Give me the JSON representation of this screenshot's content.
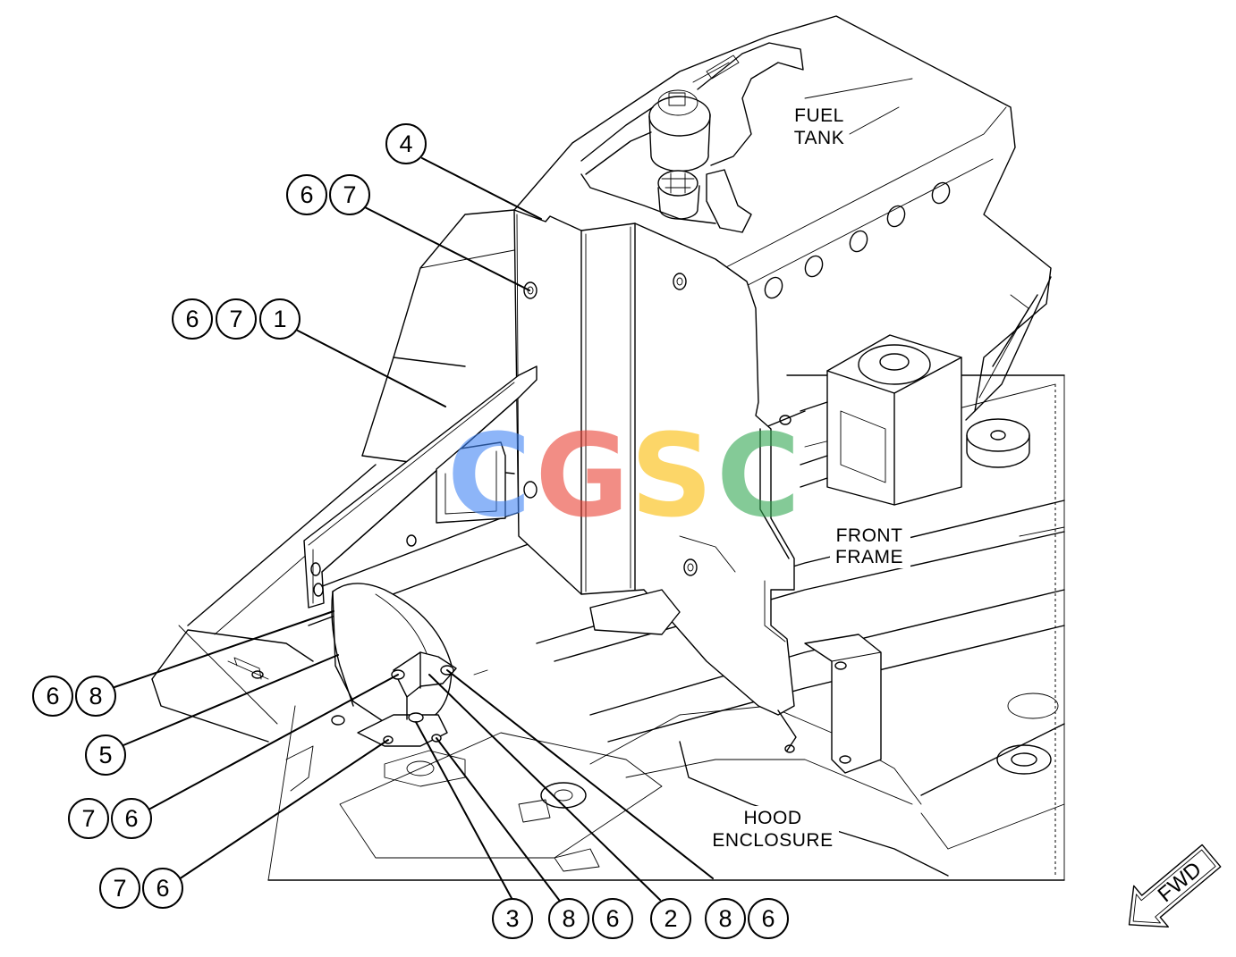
{
  "labels": {
    "fuel_tank": [
      "FUEL",
      "TANK"
    ],
    "front_frame": [
      "FRONT",
      "FRAME"
    ],
    "hood_enclosure": [
      "HOOD",
      "ENCLOSURE"
    ]
  },
  "callouts": [
    {
      "id": "c1",
      "numbers": [
        "4"
      ]
    },
    {
      "id": "c2",
      "numbers": [
        "6",
        "7"
      ]
    },
    {
      "id": "c3",
      "numbers": [
        "6",
        "7",
        "1"
      ]
    },
    {
      "id": "c4",
      "numbers": [
        "6",
        "8"
      ]
    },
    {
      "id": "c5",
      "numbers": [
        "5"
      ]
    },
    {
      "id": "c6",
      "numbers": [
        "7",
        "6"
      ]
    },
    {
      "id": "c7",
      "numbers": [
        "7",
        "6"
      ]
    },
    {
      "id": "c8",
      "numbers": [
        "3"
      ]
    },
    {
      "id": "c9",
      "numbers": [
        "8",
        "6"
      ]
    },
    {
      "id": "c10",
      "numbers": [
        "2"
      ]
    },
    {
      "id": "c11",
      "numbers": [
        "8",
        "6"
      ]
    }
  ],
  "watermark": {
    "letters": [
      "C",
      "G",
      "S",
      "C"
    ],
    "colors": [
      "#4285F4",
      "#EA4335",
      "#FBBC05",
      "#34A853"
    ]
  },
  "direction_arrow": {
    "label": "FWD"
  }
}
